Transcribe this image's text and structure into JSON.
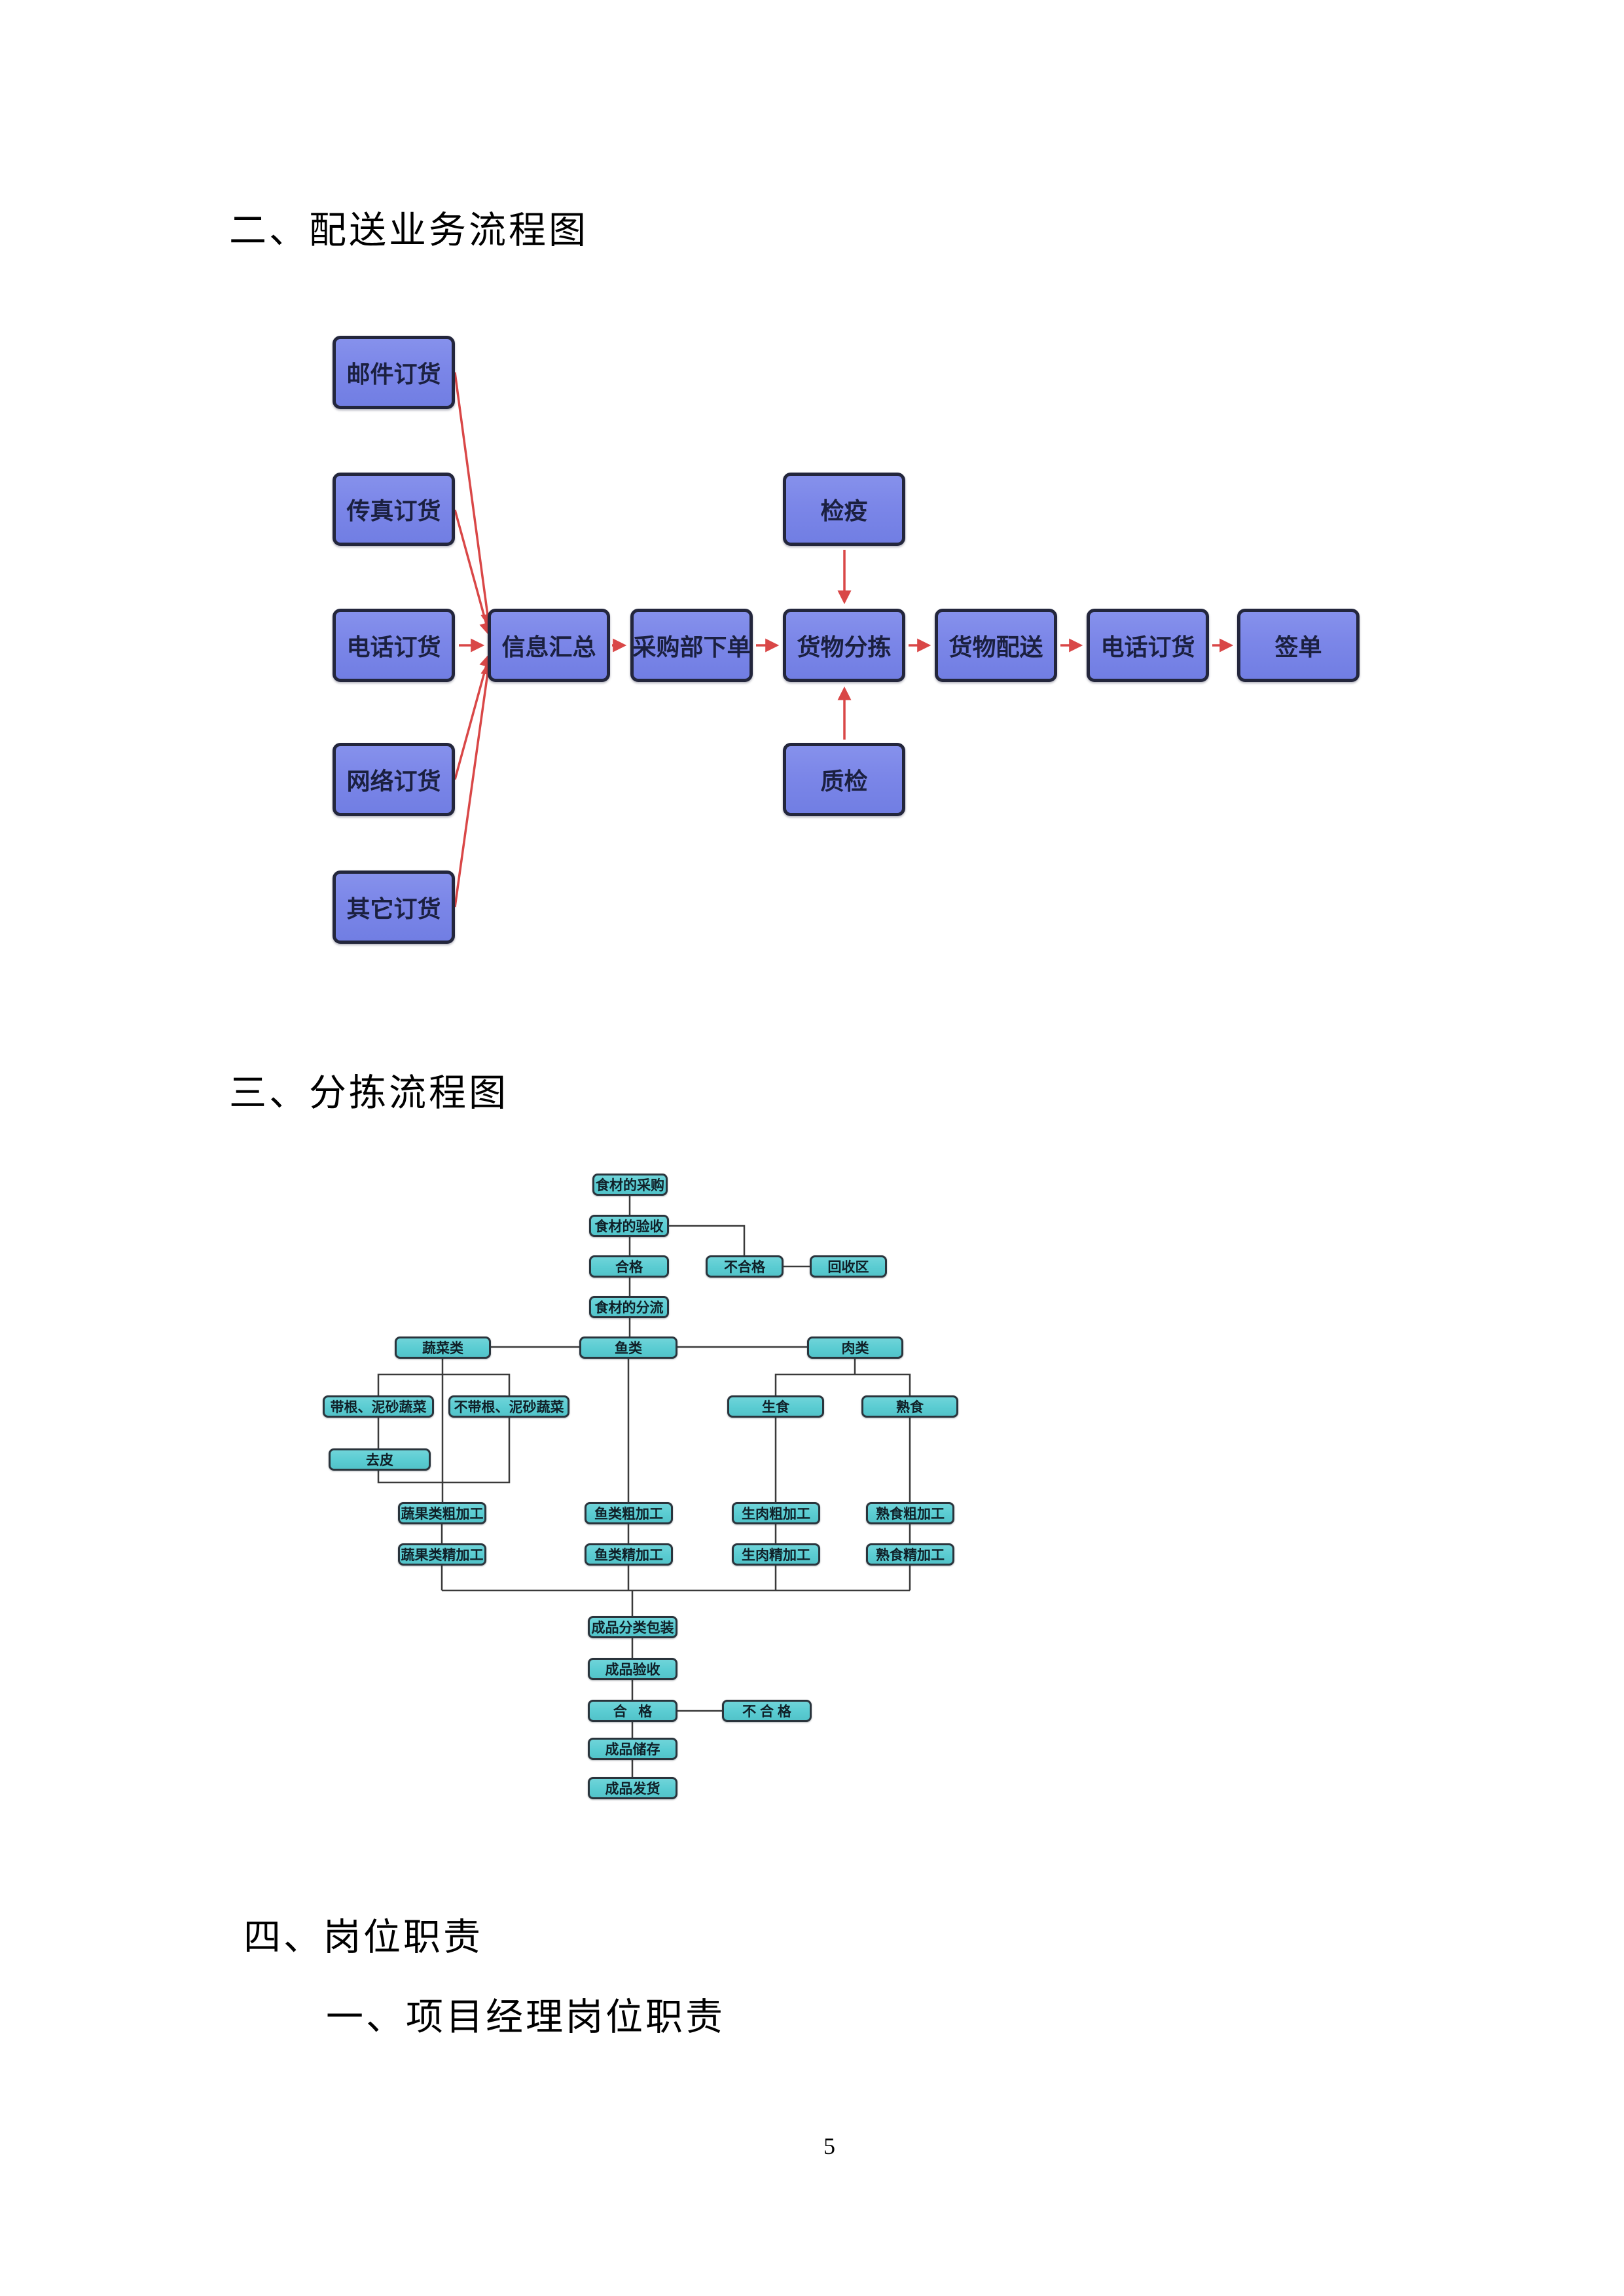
{
  "page": {
    "number": "5",
    "background": "#ffffff"
  },
  "headings": {
    "section2": "二、配送业务流程图",
    "section3": "三、分拣流程图",
    "section4": "四、岗位职责",
    "section4_item1": "一、项目经理岗位职责"
  },
  "palette": {
    "flow1_node_fill": "#7b86e8",
    "flow1_node_border": "#23263c",
    "flow1_arrow_red": "#d94747",
    "flow2_node_fill": "#5accd2",
    "flow2_node_border": "#2a343c",
    "flow2_line": "#3a3a3a"
  },
  "flow1": {
    "nodes": [
      {
        "id": "mail-order",
        "label": "邮件订货"
      },
      {
        "id": "fax-order",
        "label": "传真订货"
      },
      {
        "id": "phone-order",
        "label": "电话订货"
      },
      {
        "id": "web-order",
        "label": "网络订货"
      },
      {
        "id": "other-order",
        "label": "其它订货"
      },
      {
        "id": "info-summary",
        "label": "信息汇总"
      },
      {
        "id": "purchasing-dept-order",
        "label": "采购部下单"
      },
      {
        "id": "goods-sorting",
        "label": "货物分拣"
      },
      {
        "id": "goods-delivery",
        "label": "货物配送"
      },
      {
        "id": "phone-order-confirm",
        "label": "电话订货"
      },
      {
        "id": "sign-off",
        "label": "签单"
      },
      {
        "id": "quarantine",
        "label": "检疫"
      },
      {
        "id": "quality-inspection",
        "label": "质检"
      }
    ]
  },
  "flow2": {
    "nodes": [
      {
        "id": "ingredient-purchase",
        "label": "食材的采购"
      },
      {
        "id": "ingredient-acceptance",
        "label": "食材的验收"
      },
      {
        "id": "qualified",
        "label": "合格"
      },
      {
        "id": "unqualified",
        "label": "不合格"
      },
      {
        "id": "recycle-area",
        "label": "回收区"
      },
      {
        "id": "ingredient-split",
        "label": "食材的分流"
      },
      {
        "id": "vegetable-class",
        "label": "蔬菜类"
      },
      {
        "id": "fish-class",
        "label": "鱼类"
      },
      {
        "id": "meat-class",
        "label": "肉类"
      },
      {
        "id": "rooted-sandy-vegetables",
        "label": "带根、泥砂蔬菜"
      },
      {
        "id": "non-rooted-sandy-vegetables",
        "label": "不带根、泥砂蔬菜"
      },
      {
        "id": "peeling",
        "label": "去皮"
      },
      {
        "id": "raw-food",
        "label": "生食"
      },
      {
        "id": "cooked-food",
        "label": "熟食"
      },
      {
        "id": "veg-rough-processing",
        "label": "蔬果类粗加工"
      },
      {
        "id": "veg-fine-processing",
        "label": "蔬果类精加工"
      },
      {
        "id": "fish-rough-processing",
        "label": "鱼类粗加工"
      },
      {
        "id": "fish-fine-processing",
        "label": "鱼类精加工"
      },
      {
        "id": "raw-meat-rough-processing",
        "label": "生肉粗加工"
      },
      {
        "id": "raw-meat-fine-processing",
        "label": "生肉精加工"
      },
      {
        "id": "cooked-rough-processing",
        "label": "熟食粗加工"
      },
      {
        "id": "cooked-fine-processing",
        "label": "熟食精加工"
      },
      {
        "id": "product-sort-packing",
        "label": "成品分类包装"
      },
      {
        "id": "product-acceptance",
        "label": "成品验收"
      },
      {
        "id": "product-qualified",
        "label": "合   格"
      },
      {
        "id": "product-unqualified",
        "label": "不 合 格"
      },
      {
        "id": "product-storage",
        "label": "成品储存"
      },
      {
        "id": "product-shipping",
        "label": "成品发货"
      }
    ]
  }
}
